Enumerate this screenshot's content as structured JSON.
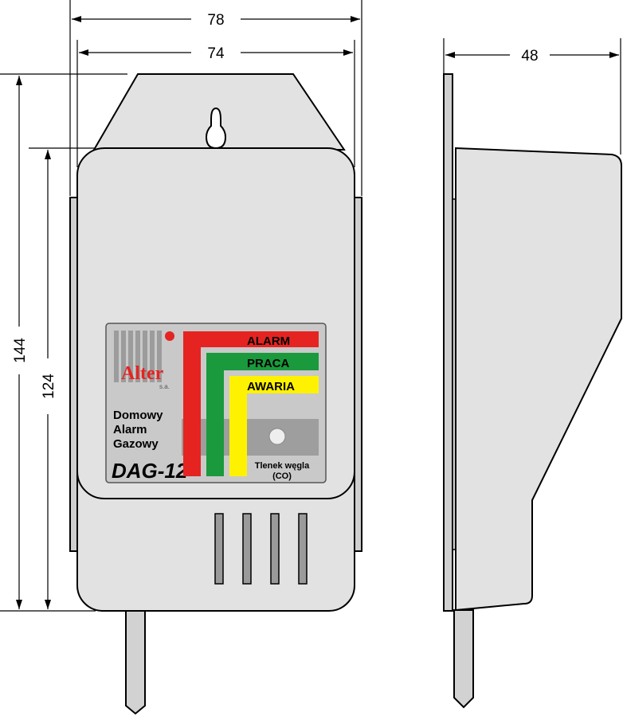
{
  "dimensions": {
    "outer_width": "78",
    "inner_width": "74",
    "depth": "48",
    "total_height": "144",
    "body_height": "124"
  },
  "label": {
    "brand": "Alter",
    "brand_sub": "s.a.",
    "line1": "Domowy",
    "line2": "Alarm",
    "line3": "Gazowy",
    "model": "DAG-12",
    "sensor_line1": "Tlenek węgla",
    "sensor_line2": "(CO)"
  },
  "indicators": [
    {
      "name": "ALARM",
      "color": "#e52421"
    },
    {
      "name": "PRACA",
      "color": "#1a9a3c"
    },
    {
      "name": "AWARIA",
      "color": "#fff200"
    }
  ],
  "colors": {
    "housing": "#e2e2e2",
    "label_bg": "#c9c9c9",
    "outline": "#000000"
  }
}
